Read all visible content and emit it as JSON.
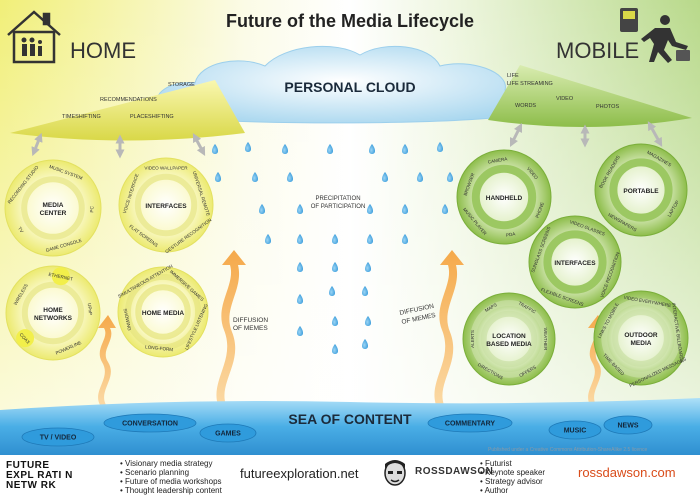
{
  "title": "Future of the Media Lifecycle",
  "home_label": "HOME",
  "mobile_label": "MOBILE",
  "cloud_label": "PERSONAL CLOUD",
  "home_keywords": [
    "STORAGE",
    "RECOMMENDATIONS",
    "TIMESHIFTING",
    "PLACESHIFTING"
  ],
  "mobile_keywords": [
    "LIFE STREAMING",
    "WORDS",
    "VIDEO",
    "PHOTOS"
  ],
  "precipitation": [
    "PRECIPITATION",
    "OF PARTICIPATION"
  ],
  "diffusion_left": [
    "DIFFUSION",
    "OF MEMES"
  ],
  "diffusion_right": [
    "DIFFUSION",
    "OF MEMES"
  ],
  "sea_label": "SEA OF CONTENT",
  "sea_items": [
    "TV / VIDEO",
    "CONVERSATION",
    "GAMES",
    "COMMENTARY",
    "MUSIC",
    "NEWS"
  ],
  "license": "Published under a Creative Commons Attribution-ShareAlike 2.5 licence",
  "circles": {
    "media_center": {
      "title": [
        "MEDIA",
        "CENTER"
      ],
      "items": [
        "MUSIC SYSTEM",
        "PC",
        "GAME CONSOLE",
        "TV",
        "RECORDING STUDIO"
      ]
    },
    "interfaces_home": {
      "title": [
        "INTERFACES"
      ],
      "items": [
        "VIDEO WALLPAPER",
        "UNIVERSAL REMOTE",
        "GESTURE RECOGNITION",
        "FLAT SCREENS",
        "VOICE INTERFACE"
      ]
    },
    "home_networks": {
      "title": [
        "HOME",
        "NETWORKS"
      ],
      "items": [
        "WIRELESS",
        "ETHERNET",
        "UPnP",
        "POWERLINE",
        "COAX"
      ]
    },
    "home_media": {
      "title": [
        "HOME MEDIA"
      ],
      "items": [
        "SIMULTANEOUS ATTENTION",
        "IMMERSIVE GAMES",
        "LIFESTYLE LISTENING",
        "LONG-FORM",
        "SHOWING"
      ]
    },
    "handheld": {
      "title": [
        "HANDHELD"
      ],
      "items": [
        "CAMERA",
        "VIDEO",
        "PHONE",
        "PDA",
        "MUSIC PLAYER",
        "BROWSER"
      ]
    },
    "portable": {
      "title": [
        "PORTABLE"
      ],
      "items": [
        "MAGAZINES",
        "LAPTOP",
        "NEWSPAPERS",
        "BOOK READERS"
      ]
    },
    "interfaces_mobile": {
      "title": [
        "INTERFACES"
      ],
      "items": [
        "VIDEO GLASSES",
        "VOICE RECOGNITION",
        "FLEXIBLE SCREENS",
        "SUNGLASS SCREENS"
      ]
    },
    "location_media": {
      "title": [
        "LOCATION",
        "BASED MEDIA"
      ],
      "items": [
        "MAPS",
        "TRAFFIC",
        "WEATHER",
        "OFFERS",
        "DIRECTIONS",
        "ALERTS"
      ]
    },
    "outdoor_media": {
      "title": [
        "OUTDOOR",
        "MEDIA"
      ],
      "items": [
        "VIDEO EVERYWHERE",
        "INTERACTIVE BILLBOARDS",
        "PERSONALIZED MESSAGES",
        "TIME-BASED",
        "LINKS TO MOBILE"
      ]
    }
  },
  "footer": {
    "fe_logo": [
      "FUTURE",
      "EXPL RATI N",
      "NETW RK"
    ],
    "fe_services": [
      "• Visionary media strategy",
      "• Scenario planning",
      "• Future of media workshops",
      "• Thought leadership content"
    ],
    "fe_url": "futureexploration.net",
    "rd_name": "ROSSDAWSON",
    "rd_services": [
      "• Futurist",
      "• Keynote speaker",
      "• Strategy advisor",
      "• Author"
    ],
    "rd_url": "rossdawson.com"
  },
  "colors": {
    "yellow": "#f2ef7a",
    "green": "#8dbd4a",
    "sky": "#d8eef9",
    "sea": "#5fb3e6",
    "drop": "#4aa8e0",
    "arrow": "#f5a94a"
  }
}
